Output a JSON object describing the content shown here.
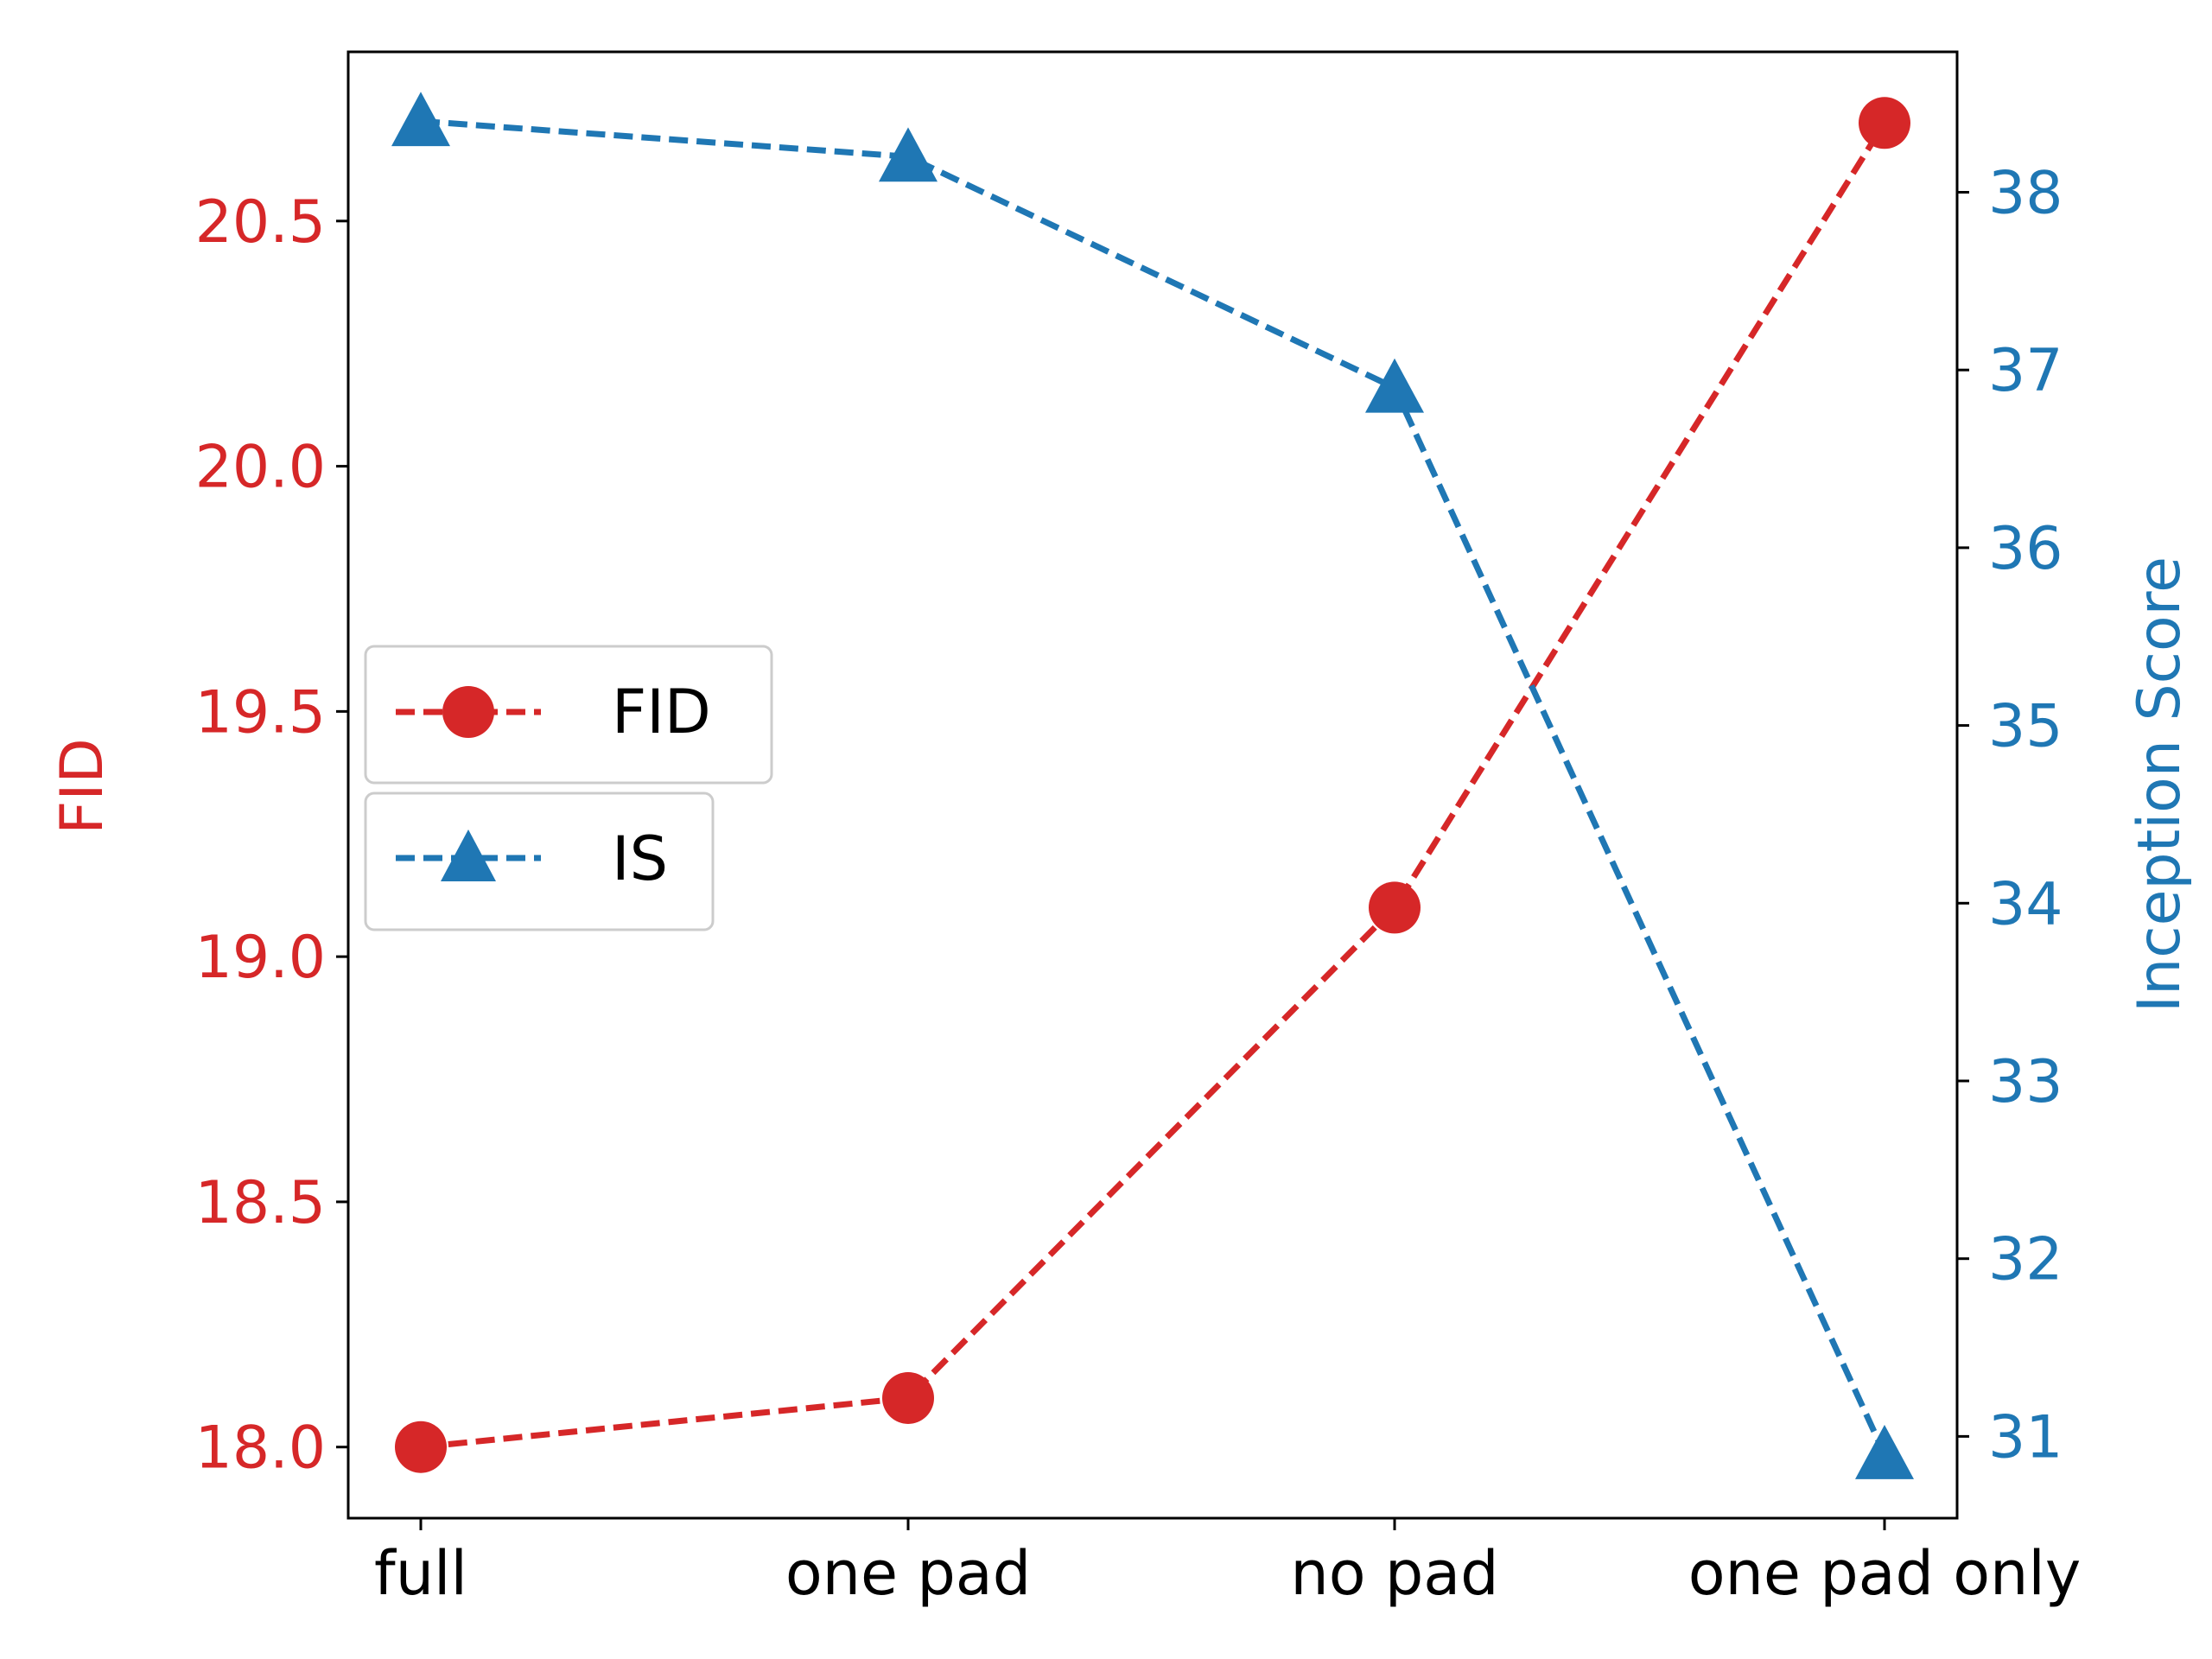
{
  "chart_data": {
    "type": "line",
    "categories": [
      "full",
      "one pad",
      "no pad",
      "one pad only"
    ],
    "series": [
      {
        "name": "FID",
        "axis": "left",
        "color": "#d62728",
        "marker": "circle",
        "line_style": "dashed",
        "values": [
          18.0,
          18.1,
          19.1,
          20.7
        ]
      },
      {
        "name": "IS",
        "axis": "right",
        "color": "#1f77b4",
        "marker": "triangle",
        "line_style": "dashed",
        "values": [
          38.4,
          38.2,
          36.9,
          30.9
        ]
      }
    ],
    "title": "",
    "xlabel": "",
    "ylabel_left": "FID",
    "ylabel_right": "Inception Score",
    "ylim_left": [
      17.855,
      20.845
    ],
    "ylim_right": [
      30.54,
      38.79
    ],
    "yticks_left": [
      18.0,
      18.5,
      19.0,
      19.5,
      20.0,
      20.5
    ],
    "yticks_left_labels": [
      "18.0",
      "18.5",
      "19.0",
      "19.5",
      "20.0",
      "20.5"
    ],
    "yticks_right": [
      31,
      32,
      33,
      34,
      35,
      36,
      37,
      38
    ],
    "yticks_right_labels": [
      "31",
      "32",
      "33",
      "34",
      "35",
      "36",
      "37",
      "38"
    ],
    "grid": false,
    "legend_position": "center-left",
    "legend_entries": [
      "FID",
      "IS"
    ]
  }
}
